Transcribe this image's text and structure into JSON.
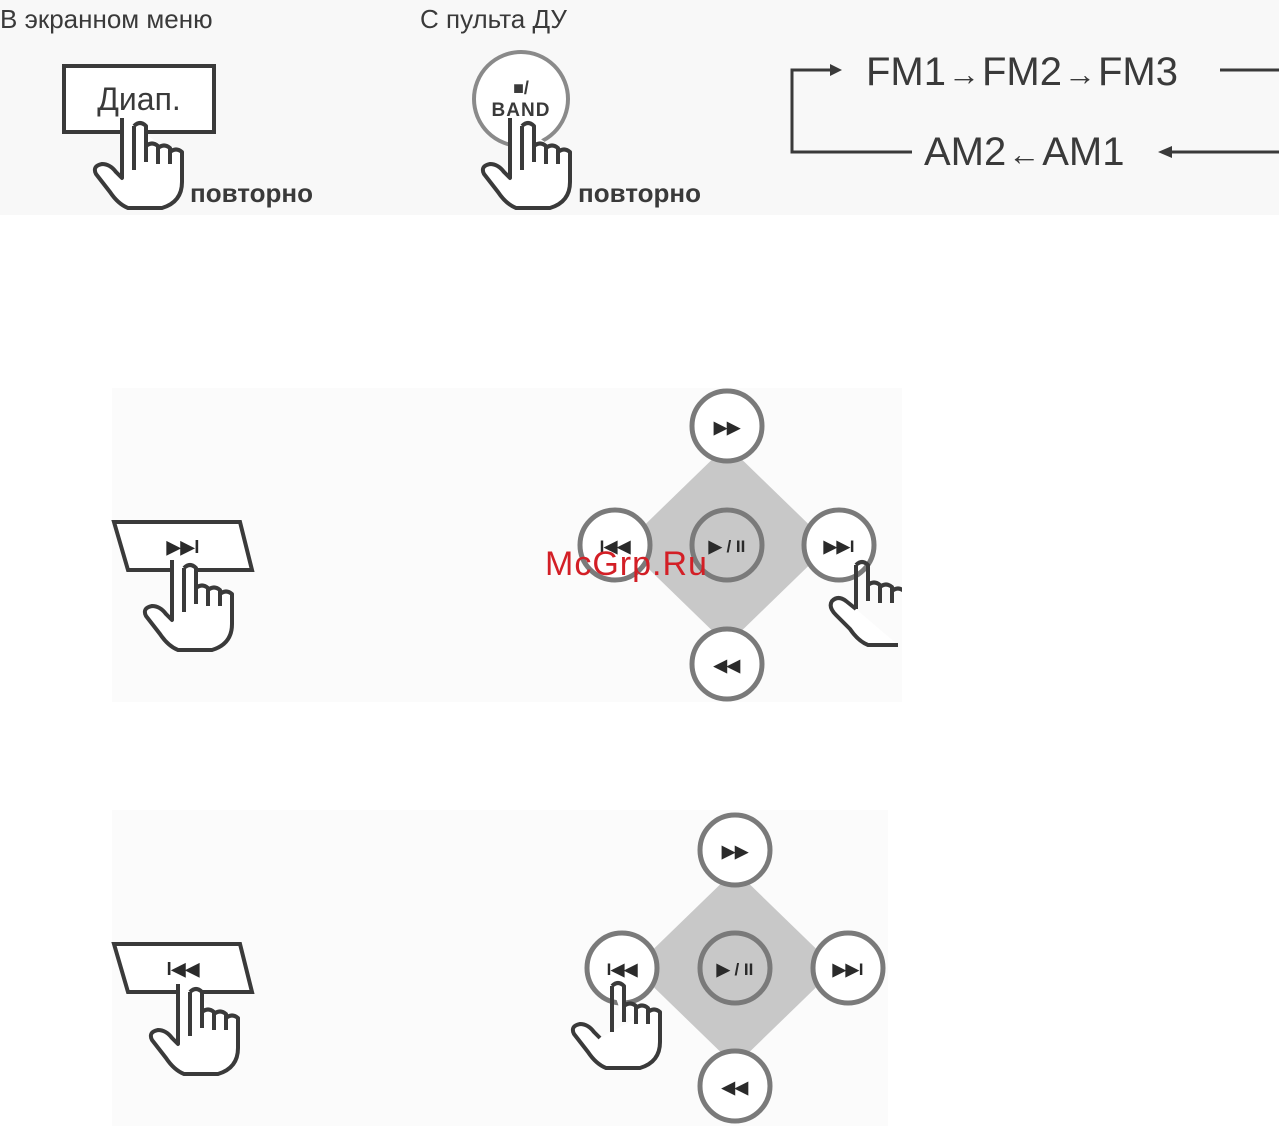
{
  "top": {
    "onscreen_caption": "В экранном меню",
    "remote_caption": "С пульта ДУ",
    "band_button_label": "Диап.",
    "remote_band_symbol": "■/",
    "remote_band_label": "BAND",
    "repeat_label_1": "повторно",
    "repeat_label_2": "повторно"
  },
  "band_sequence": {
    "fm1": "FM1",
    "fm2": "FM2",
    "fm3": "FM3",
    "am2": "AM2",
    "am1": "AM1",
    "right_arrow": "→",
    "left_arrow": "←"
  },
  "panel_next": {
    "osd_symbol": "▶▶I",
    "remote_buttons": {
      "up": "▶▶",
      "left": "I◀◀",
      "center": "▶ / II",
      "right": "▶▶I",
      "down": "◀◀"
    }
  },
  "panel_prev": {
    "osd_symbol": "I◀◀",
    "remote_buttons": {
      "up": "▶▶",
      "left": "I◀◀",
      "center": "▶ / II",
      "right": "▶▶I",
      "down": "◀◀"
    }
  },
  "watermark": "McGrp.Ru",
  "colors": {
    "line": "#3a3a3a",
    "diamond": "#c8c8c8",
    "circle_ring": "#7a7a7a",
    "watermark": "#d31f26"
  }
}
